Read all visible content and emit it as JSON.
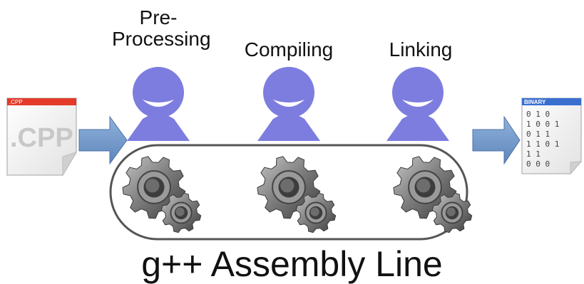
{
  "stages": [
    {
      "label_line1": "Pre-",
      "label_line2": "Processing"
    },
    {
      "label_line1": "",
      "label_line2": "Compiling"
    },
    {
      "label_line1": "",
      "label_line2": "Linking"
    }
  ],
  "input_file": {
    "tab_label": ".CPP",
    "big_label": ".CPP"
  },
  "output_file": {
    "tab_label": "BINARY",
    "rows": [
      "0 1   0",
      "1   0 0 1",
      "0   1 1",
      "  1 1 0 1",
      "1 1",
      "0 0 0"
    ]
  },
  "title": "g++ Assembly Line",
  "colors": {
    "worker": "#7d7de0",
    "arrow": "#6f97c9",
    "tab_red": "#e33a2a",
    "tab_blue": "#3a6fd0"
  }
}
